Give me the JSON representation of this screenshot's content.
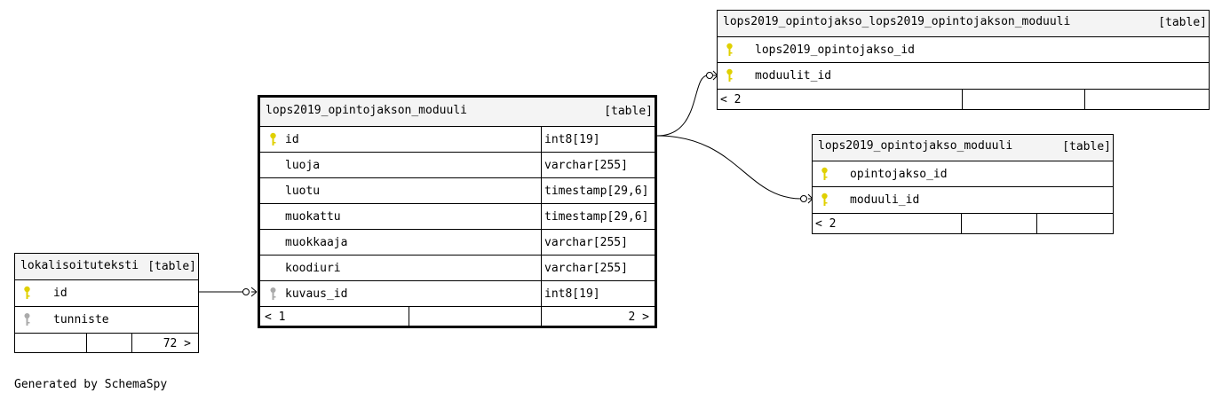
{
  "colors": {
    "primary_key": "#e0d000",
    "foreign_key": "#aaaaaa",
    "header_bg": "#f4f4f4"
  },
  "tables": {
    "opintojakson_moduuli": {
      "name": "lops2019_opintojakson_moduuli",
      "kind": "[table]",
      "columns": [
        {
          "name": "id",
          "type": "int8[19]",
          "icon": "primary-key-icon"
        },
        {
          "name": "luoja",
          "type": "varchar[255]",
          "icon": ""
        },
        {
          "name": "luotu",
          "type": "timestamp[29,6]",
          "icon": ""
        },
        {
          "name": "muokattu",
          "type": "timestamp[29,6]",
          "icon": ""
        },
        {
          "name": "muokkaaja",
          "type": "varchar[255]",
          "icon": ""
        },
        {
          "name": "koodiuri",
          "type": "varchar[255]",
          "icon": ""
        },
        {
          "name": "kuvaus_id",
          "type": "int8[19]",
          "icon": "foreign-key-icon"
        }
      ],
      "footer_left": "< 1",
      "footer_right": "2 >"
    },
    "lokalisoituteksti": {
      "name": "lokalisoituteksti",
      "kind": "[table]",
      "columns": [
        {
          "name": "id",
          "icon": "primary-key-icon"
        },
        {
          "name": "tunniste",
          "icon": "foreign-key-icon"
        }
      ],
      "footer_right": "72 >"
    },
    "opintojakso_lops2019_opintojakson_moduuli": {
      "name": "lops2019_opintojakso_lops2019_opintojakson_moduuli",
      "kind": "[table]",
      "columns": [
        {
          "name": "lops2019_opintojakso_id",
          "icon": "primary-key-icon"
        },
        {
          "name": "moduulit_id",
          "icon": "primary-key-icon"
        }
      ],
      "footer_left": "< 2"
    },
    "opintojakso_moduuli": {
      "name": "lops2019_opintojakso_moduuli",
      "kind": "[table]",
      "columns": [
        {
          "name": "opintojakso_id",
          "icon": "primary-key-icon"
        },
        {
          "name": "moduuli_id",
          "icon": "primary-key-icon"
        }
      ],
      "footer_left": "< 2"
    }
  },
  "footer_text": "Generated by SchemaSpy"
}
